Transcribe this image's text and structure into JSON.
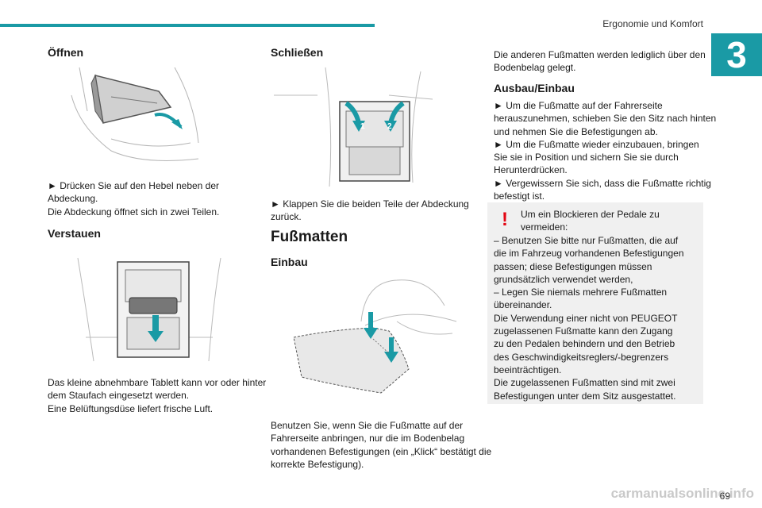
{
  "header": {
    "title": "Ergonomie und Komfort",
    "chapter_number": "3",
    "accent_color": "#1a9aa5"
  },
  "col1": {
    "open_heading": "Öffnen",
    "open_lines": [
      "► Drücken Sie auf den Hebel neben der",
      "Abdeckung.",
      "Die Abdeckung öffnet sich in zwei Teilen."
    ],
    "store_heading": "Verstauen",
    "store_lines": [
      "Das kleine abnehmbare Tablett kann vor oder hinter",
      "dem Staufach eingesetzt werden.",
      "Eine Belüftungsdüse liefert frische Luft."
    ]
  },
  "col2": {
    "close_heading": "Schließen",
    "close_lines": [
      "► Klappen Sie die beiden Teile der Abdeckung",
      "zurück."
    ],
    "mats_title": "Fußmatten",
    "install_heading": "Einbau",
    "install_lines": [
      "Benutzen Sie, wenn Sie die Fußmatte auf der",
      "Fahrerseite anbringen, nur die im Bodenbelag",
      "vorhandenen Befestigungen (ein „Klick“ bestätigt die",
      "korrekte Befestigung)."
    ],
    "badge_1": "1",
    "badge_2": "2"
  },
  "col3": {
    "intro_lines": [
      "Die anderen Fußmatten werden lediglich über den",
      "Bodenbelag gelegt."
    ],
    "remove_heading": "Ausbau/Einbau",
    "remove_lines": [
      "► Um die Fußmatte auf der Fahrerseite",
      "herauszunehmen, schieben Sie den Sitz nach hinten",
      "und nehmen Sie die Befestigungen ab.",
      "► Um die Fußmatte wieder einzubauen, bringen",
      "Sie sie in Position und sichern Sie sie durch",
      "Herunterdrücken.",
      "► Vergewissern Sie sich, dass die Fußmatte richtig",
      "befestigt ist."
    ],
    "warning_symbol": "!",
    "warning_head_lines": [
      "Um ein Blockieren der Pedale zu",
      "vermeiden:"
    ],
    "warning_lines": [
      "– Benutzen Sie bitte nur Fußmatten, die auf",
      "die im Fahrzeug vorhandenen Befestigungen",
      "passen; diese Befestigungen müssen",
      "grundsätzlich verwendet werden,",
      "– Legen Sie niemals mehrere Fußmatten",
      "übereinander.",
      "Die Verwendung einer nicht von PEUGEOT",
      "zugelassenen Fußmatte kann den Zugang",
      "zu den Pedalen behindern und den Betrieb",
      "des Geschwindigkeitsreglers/-begrenzers",
      "beeinträchtigen.",
      "Die zugelassenen Fußmatten sind mit zwei",
      "Befestigungen unter dem Sitz ausgestattet."
    ]
  },
  "footer": {
    "page_number": "69",
    "watermark": "carmanualsonline.info"
  }
}
